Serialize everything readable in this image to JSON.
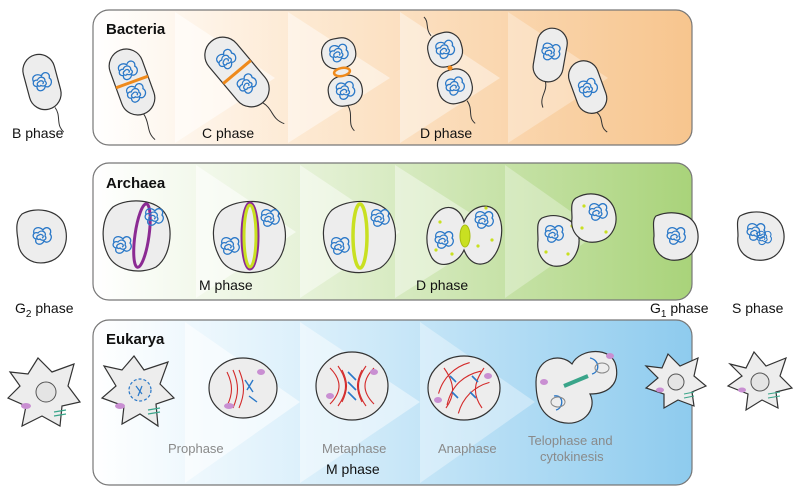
{
  "panels": {
    "bacteria": {
      "title": "Bacteria",
      "phases": [
        "C phase",
        "D phase"
      ]
    },
    "archaea": {
      "title": "Archaea",
      "phases": [
        "M phase",
        "D phase"
      ]
    },
    "eukarya": {
      "title": "Eukarya",
      "stages": [
        "Prophase",
        "Metaphase",
        "Anaphase",
        "Telophase and",
        "cytokinesis"
      ],
      "phase": "M phase"
    }
  },
  "side_labels": {
    "b_phase": "B phase",
    "g2_main": "G",
    "g2_sub": "2",
    "g2_rest": " phase",
    "g1_main": "G",
    "g1_sub": "1",
    "g1_rest": " phase",
    "s_phase": "S phase"
  },
  "colors": {
    "bacteria_gradient": "#f7c58e",
    "archaea_gradient": "#a9d37a",
    "eukarya_gradient": "#8ecbee",
    "dna": "#2a78c8",
    "ftsz_ring": "#ef8a1c",
    "cdv_ring": "#8b2a93",
    "archaea_ring": "#c9e021",
    "spindle": "#d42a2a",
    "golgi": "#3aa58a",
    "organelle": "#c98fd2"
  }
}
